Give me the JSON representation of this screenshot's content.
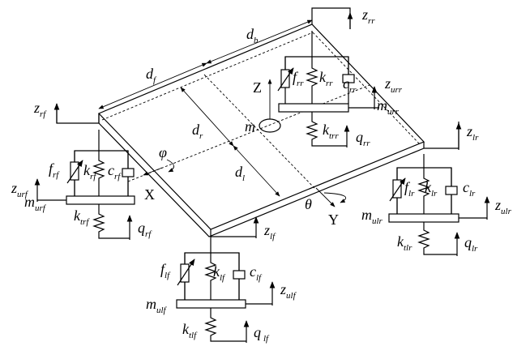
{
  "labels": {
    "d_b": {
      "m": "d",
      "s": "b"
    },
    "d_f": {
      "m": "d",
      "s": "f"
    },
    "d_r": {
      "m": "d",
      "s": "r"
    },
    "d_l": {
      "m": "d",
      "s": "l"
    },
    "m": {
      "m": "m"
    },
    "Z": {
      "m": "Z"
    },
    "X": {
      "m": "X"
    },
    "Y": {
      "m": "Y"
    },
    "phi": {
      "m": "φ"
    },
    "theta": {
      "m": "θ"
    },
    "z_rr": {
      "m": "z",
      "s": "rr"
    },
    "z_urr": {
      "m": "z",
      "s": "urr"
    },
    "m_urr": {
      "m": "m",
      "s": "urr"
    },
    "f_rr": {
      "m": "f",
      "s": "rr"
    },
    "k_rr": {
      "m": "k",
      "s": "rr"
    },
    "c_rr": {
      "m": "c",
      "s": "rr"
    },
    "k_trr": {
      "m": "k",
      "s": "trr"
    },
    "q_rr": {
      "m": "q",
      "s": "rr"
    },
    "z_rf": {
      "m": "z",
      "s": "rf"
    },
    "z_urf": {
      "m": "z",
      "s": "urf"
    },
    "m_urf": {
      "m": "m",
      "s": "urf"
    },
    "f_rf": {
      "m": "f",
      "s": "rf"
    },
    "k_rf": {
      "m": "k",
      "s": "rf"
    },
    "c_rf": {
      "m": "c",
      "s": "rf"
    },
    "k_trf": {
      "m": "k",
      "s": "trf"
    },
    "q_rf": {
      "m": "q",
      "s": "rf"
    },
    "z_lr": {
      "m": "z",
      "s": "lr"
    },
    "z_ulr": {
      "m": "z",
      "s": "ulr"
    },
    "m_ulr": {
      "m": "m",
      "s": "ulr"
    },
    "f_lr": {
      "m": "f",
      "s": "lr"
    },
    "k_lr": {
      "m": "k",
      "s": "lr"
    },
    "c_lr": {
      "m": "c",
      "s": "lr"
    },
    "k_tlr": {
      "m": "k",
      "s": "tlr"
    },
    "q_lr": {
      "m": "q",
      "s": "lr"
    },
    "z_lf": {
      "m": "z",
      "s": "lf"
    },
    "z_ulf": {
      "m": "z",
      "s": "ulf"
    },
    "m_ulf": {
      "m": "m",
      "s": "ulf"
    },
    "f_lf": {
      "m": "f",
      "s": "lf"
    },
    "k_lf": {
      "m": "k",
      "s": "lf"
    },
    "c_lf": {
      "m": "c",
      "s": "lf"
    },
    "k_tlf": {
      "m": "k",
      "s": "tlf"
    },
    "q_lf": {
      "m": "q",
      "s": "lf"
    }
  }
}
